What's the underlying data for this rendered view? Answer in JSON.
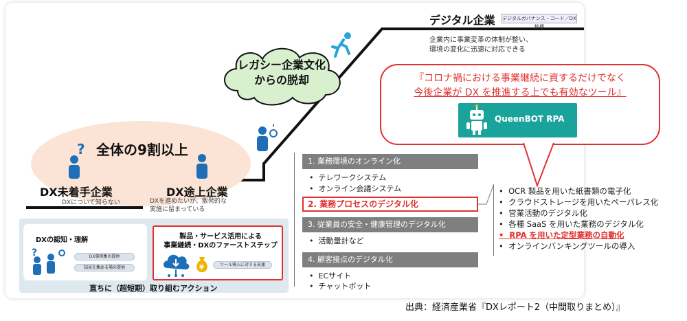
{
  "top": {
    "title": "デジタル企業",
    "badge": "デジタルガバナンス・コード／DX銘柄",
    "desc_line1": "企業内に事業変革の体制が整い、",
    "desc_line2": "環境の変化に迅速に対応できる"
  },
  "cloud": {
    "line1": "レガシー企業文化",
    "line2": "からの脱却"
  },
  "ninety_percent": "全体の9割以上",
  "stage1": {
    "title": "DX未着手企業",
    "sub": "DXについて知らない"
  },
  "stage2": {
    "title": "DX途上企業",
    "sub_line1": "DXを進めたいが、散発的な",
    "sub_line2": "実施に留まっている"
  },
  "bottom": {
    "awareness_title": "DXの認知・理解",
    "pill1": "DX事例集の提供",
    "pill2": "知見を集める場の提供",
    "product_line1": "製品・サービス活用による",
    "product_line2": "事業継続・DXのファーストステップ",
    "pill3": "ツール導入に対する支援",
    "label": "直ちに（超短期）取り組むアクション"
  },
  "categories": {
    "cat1": "1. 業務環境のオンライン化",
    "cat1_items": [
      "テレワークシステム",
      "オンライン会議システム"
    ],
    "cat2": "2. 業務プロセスのデジタル化",
    "cat3": "3. 従業員の安全・健康管理のデジタル化",
    "cat3_items": [
      "活動量計など"
    ],
    "cat4": "4. 顧客接点のデジタル化",
    "cat4_items": [
      "ECサイト",
      "チャットボット"
    ]
  },
  "rpa_items": [
    "OCR 製品を用いた紙書類の電子化",
    "クラウドストレージを用いたペーパレス化",
    "営業活動のデジタル化",
    "各種 SaaS を用いた業務のデジタル化",
    "RPA を用いた定型業務の自動化",
    "オンラインバンキングツールの導入"
  ],
  "bullet": "•",
  "bubble": {
    "quote1": "『コロナ禍における事業継続に資するだけでなく",
    "quote2": "今後企業が DX を推進する上でも有効なツール』",
    "logo_text": "QueenBOT RPA"
  },
  "yen": "¥",
  "source": "出典：経済産業省『DXレポート2（中間取りまとめ）』",
  "colors": {
    "accent_red": "#e03030",
    "teal": "#1aa39a",
    "gray_bar": "#7f7f7f",
    "ellipse": "#fbe3d6",
    "icon_blue": "#1e6fb8"
  },
  "icons": [
    "question-person-icon",
    "thinking-person-icon",
    "running-person-icon",
    "idea-person-icon",
    "robot-icon",
    "cloud-download-icon",
    "money-bag-icon"
  ]
}
